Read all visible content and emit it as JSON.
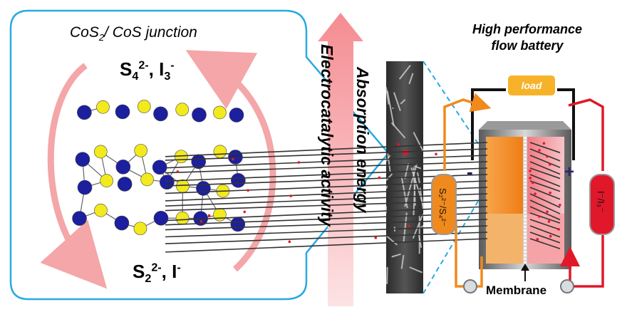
{
  "left_panel": {
    "title_main": "CoS",
    "title_sub": "2",
    "title_rest": "/ CoS junction",
    "top_ions": {
      "s_base": "S",
      "s_sub": "4",
      "s_sup": "2-",
      "sep": ", ",
      "i_base": "I",
      "i_sub": "3",
      "i_sup": "-"
    },
    "bottom_ions": {
      "s_base": "S",
      "s_sub": "2",
      "s_sup": "2-",
      "sep": ", ",
      "i_base": "I",
      "i_sup": "-"
    }
  },
  "middle": {
    "label_1": "Absorption energy",
    "label_2": "Electrocatalytic activity"
  },
  "right_panel": {
    "title_line1": "High performance",
    "title_line2": "flow battery",
    "load": "load",
    "minus": "-",
    "plus": "+",
    "membrane": "Membrane",
    "left_tank": "S₂²⁻/S₄²⁻",
    "right_tank": "I⁻/I₃⁻"
  },
  "colors": {
    "junction_border": "#29a9e0",
    "cycle_arrow": "#f4a6a8",
    "gradient_arrow": "#f28b8f",
    "cobalt": "#1c1f9e",
    "sulfur": "#f2ea1d",
    "orange": "#f08a1c",
    "red": "#e0182a",
    "dashed": "#29a9e0"
  }
}
